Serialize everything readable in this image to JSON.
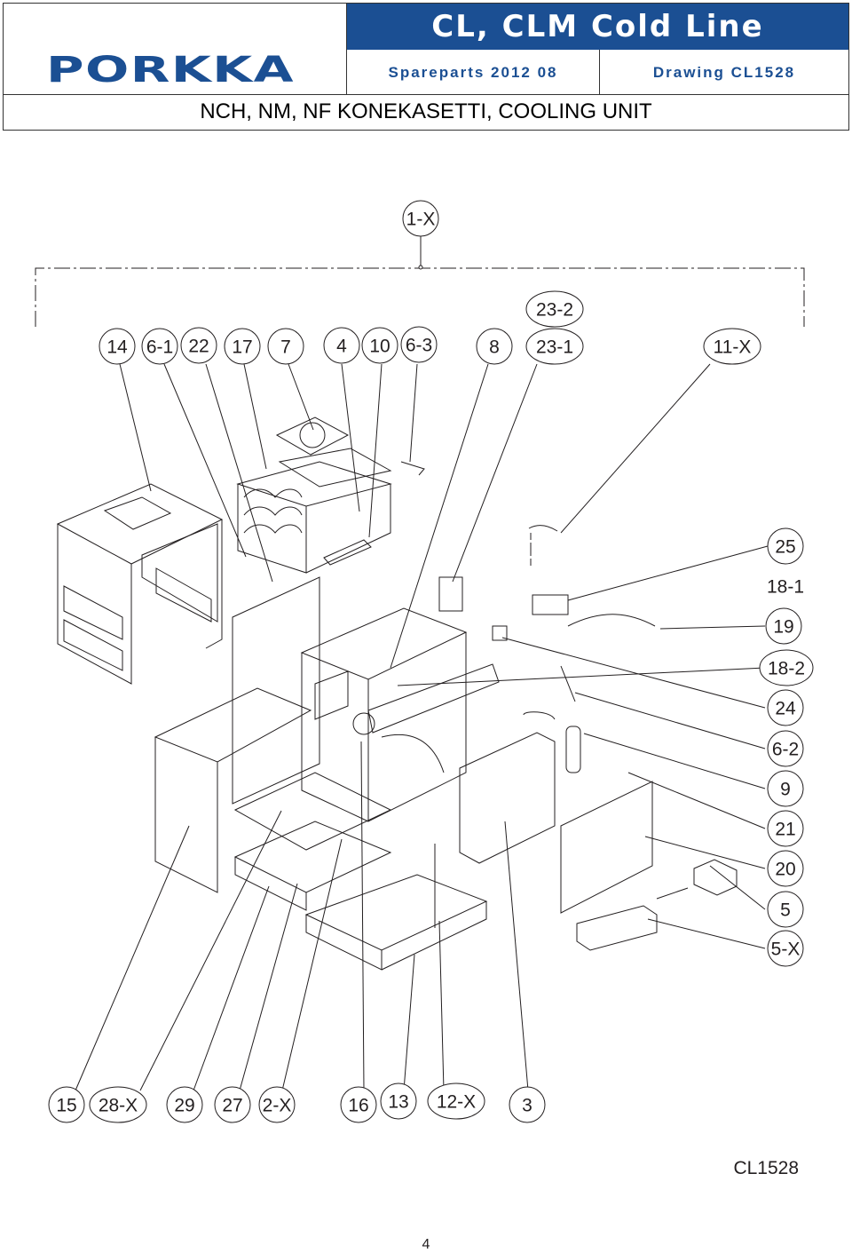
{
  "header": {
    "logo": "PORKKA",
    "title": "CL, CLM Cold Line",
    "spareparts": "Spareparts 2012 08",
    "drawing": "Drawing CL1528",
    "heading": "NCH, NM, NF KONEKASETTI, COOLING UNIT"
  },
  "callouts": {
    "assembly": "1-X",
    "top_row": [
      "14",
      "6-1",
      "22",
      "17",
      "7",
      "4",
      "10",
      "6-3",
      "8",
      "23-1",
      "11-X"
    ],
    "top_extra": "23-2",
    "right_col": [
      "25",
      "18-1",
      "19",
      "18-2",
      "24",
      "6-2",
      "9",
      "21",
      "20",
      "5",
      "5-X"
    ],
    "bottom_row": [
      "15",
      "28-X",
      "29",
      "27",
      "2-X",
      "16",
      "13",
      "12-X",
      "3"
    ]
  },
  "footer": {
    "drawing_ref": "CL1528",
    "page_number": "4"
  },
  "colors": {
    "brand_blue": "#1b4f93",
    "line": "#231f20"
  }
}
